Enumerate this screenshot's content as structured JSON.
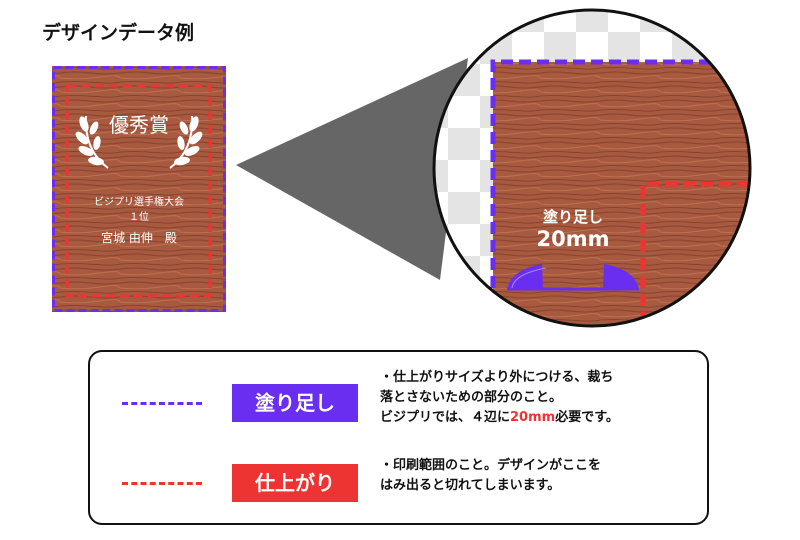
{
  "title": "デザインデータ例",
  "colors": {
    "bleed": "#6a2ef0",
    "trim": "#ee3333",
    "wood": "#a85a40",
    "wood_dark": "#7a3a26",
    "text": "#111111",
    "checker": "#e4e4e4"
  },
  "plaque": {
    "award": "優秀賞",
    "line1": "ビジプリ選手権大会",
    "line2": "１位",
    "name": "宮城 由伸　殿"
  },
  "zoom": {
    "bleed_label": "塗り足し",
    "bleed_size": "20mm"
  },
  "legend": {
    "bleed": {
      "label": "塗り足し",
      "desc1": "・仕上がりサイズより外につける、裁ち",
      "desc2": "落とさないための部分のこと。",
      "desc3a": "ビジプリでは、４辺に",
      "desc3b": "20mm",
      "desc3c": "必要です。"
    },
    "trim": {
      "label": "仕上がり",
      "desc1": "・印刷範囲のこと。デザインがここを",
      "desc2": "はみ出ると切れてしまいます。"
    }
  }
}
